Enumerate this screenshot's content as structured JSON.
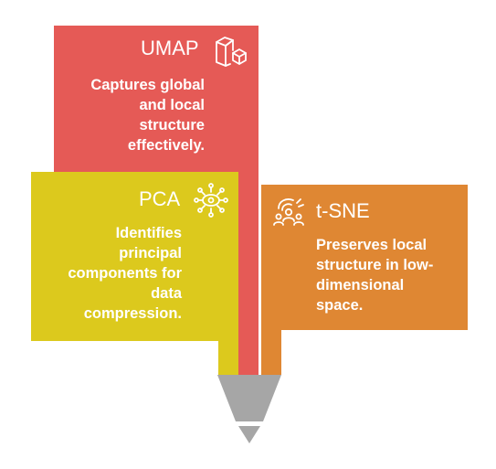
{
  "colors": {
    "umap": "#e55a56",
    "pca": "#dcc91d",
    "tsne": "#df8733",
    "funnel": "#a6a6a6",
    "text": "#ffffff"
  },
  "umap": {
    "title": "UMAP",
    "description_lines": [
      "Captures global",
      "and local",
      "structure",
      "effectively."
    ],
    "icon": "cube-in-box-icon"
  },
  "pca": {
    "title": "PCA",
    "description_lines": [
      "Identifies",
      "principal",
      "components for",
      "data",
      "compression."
    ],
    "icon": "eye-network-icon"
  },
  "tsne": {
    "title": "t-SNE",
    "description_lines": [
      "Preserves local",
      "structure in low-",
      "dimensional",
      "space."
    ],
    "icon": "people-cluster-icon"
  }
}
